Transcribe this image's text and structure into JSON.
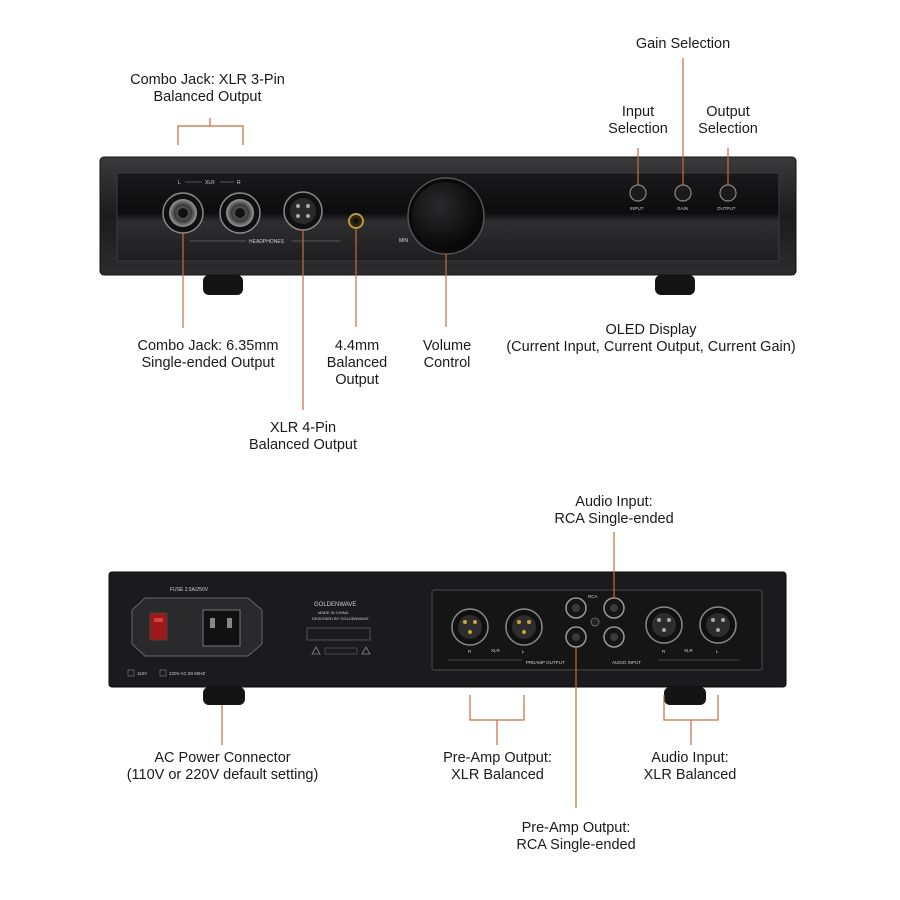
{
  "front": {
    "callouts": {
      "combo_xlr": [
        "Combo Jack: XLR 3-Pin",
        "Balanced Output"
      ],
      "gain": [
        "Gain Selection"
      ],
      "input_sel": [
        "Input",
        "Selection"
      ],
      "output_sel": [
        "Output",
        "Selection"
      ],
      "combo_635": [
        "Combo Jack: 6.35mm",
        "Single-ended Output"
      ],
      "bal44": [
        "4.4mm",
        "Balanced",
        "Output"
      ],
      "volume": [
        "Volume",
        "Control"
      ],
      "oled": [
        "OLED Display",
        "(Current Input, Current Output, Current Gain)"
      ],
      "xlr4": [
        "XLR 4-Pin",
        "Balanced Output"
      ]
    },
    "panel_labels": {
      "l": "L",
      "xlr": "XLR",
      "r": "R",
      "headphones": "HEADPHONES",
      "min": "MIN",
      "input": "INPUT",
      "gain": "GAIN",
      "output": "OUTPUT"
    }
  },
  "rear": {
    "callouts": {
      "audio_rca": [
        "Audio Input:",
        "RCA Single-ended"
      ],
      "ac": [
        "AC Power Connector",
        "(110V or 220V default setting)"
      ],
      "preamp_xlr": [
        "Pre-Amp Output:",
        "XLR Balanced"
      ],
      "audio_xlr": [
        "Audio Input:",
        "XLR Balanced"
      ],
      "preamp_rca": [
        "Pre-Amp Output:",
        "RCA Single-ended"
      ]
    },
    "panel_labels": {
      "fuse": "FUSE 2.5A/250V",
      "brand": "GOLDENWAVE",
      "made": "MADE IN CHINA",
      "design": "DESIGNED BY GOLDENWAVE",
      "v110": "110V",
      "v220": "220V AC 50 60HZ",
      "rca": "RCA",
      "xlr_pre": "XLR",
      "xlr_in": "XLR",
      "preamp_output": "PREAMP OUTPUT",
      "audio_input": "AUDIO INPUT",
      "r": "R",
      "l": "L"
    }
  },
  "colors": {
    "leader": "#c96a3c",
    "chassis": "#1e1e20",
    "panel": "#2a2a2c"
  }
}
